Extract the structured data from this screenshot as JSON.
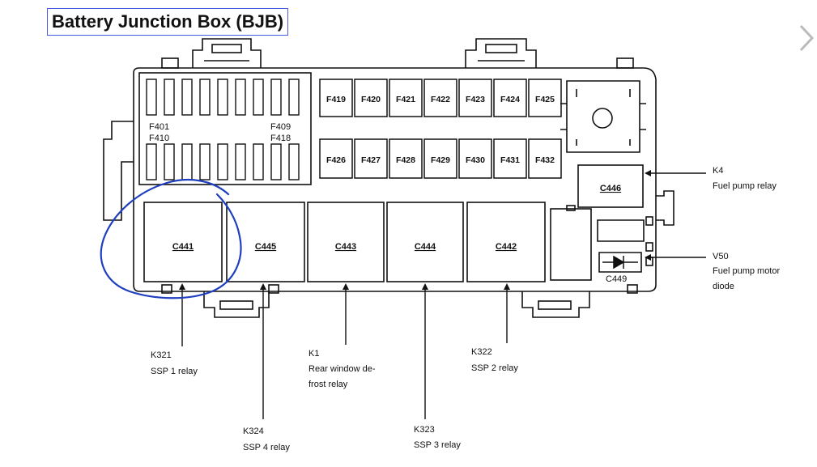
{
  "title": "Battery Junction Box (BJB)",
  "mini_fuses": {
    "top_left": "F401",
    "bottom_left": "F410",
    "top_right": "F409",
    "bottom_right": "F418"
  },
  "fuses_row1": [
    "F419",
    "F420",
    "F421",
    "F422",
    "F423",
    "F424",
    "F425"
  ],
  "fuses_row2": [
    "F426",
    "F427",
    "F428",
    "F429",
    "F430",
    "F431",
    "F432"
  ],
  "connectors": {
    "c441": "C441",
    "c445": "C445",
    "c443": "C443",
    "c444": "C444",
    "c442": "C442",
    "c446": "C446",
    "c449": "C449"
  },
  "callouts": {
    "k321": {
      "code": "K321",
      "desc": "SSP 1 relay"
    },
    "k324": {
      "code": "K324",
      "desc": "SSP 4 relay"
    },
    "k1": {
      "code": "K1",
      "desc_line1": "Rear window de-",
      "desc_line2": "frost relay"
    },
    "k323": {
      "code": "K323",
      "desc": "SSP 3 relay"
    },
    "k322": {
      "code": "K322",
      "desc": "SSP 2 relay"
    },
    "k4": {
      "code": "K4",
      "desc": "Fuel pump relay"
    },
    "v50": {
      "code": "V50",
      "desc_line1": "Fuel pump motor",
      "desc_line2": "diode"
    }
  },
  "colors": {
    "circle_annotation": "#1f3fbf",
    "title_border": "#4a5be0",
    "line": "#111111"
  },
  "icons": {
    "next_arrow": "chevron-right-icon"
  }
}
